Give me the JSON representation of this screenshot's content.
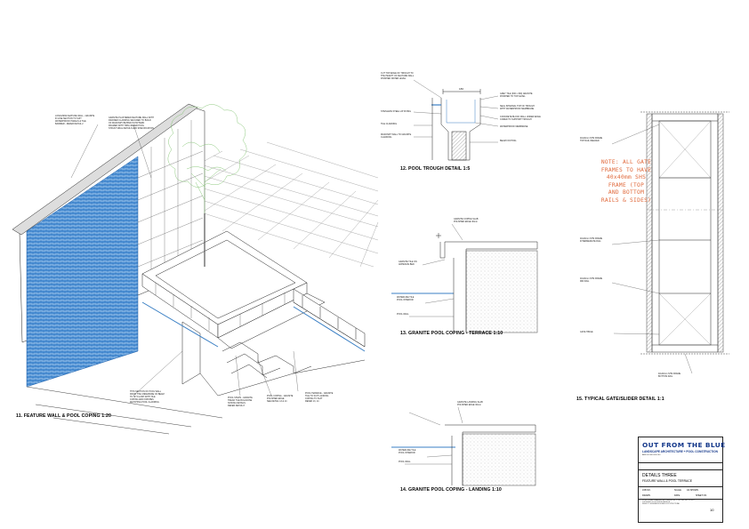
{
  "drawings": {
    "d11": {
      "title": "11. FEATURE WALL & POOL COPING 1:20"
    },
    "d12": {
      "title": "12. POOL TROUGH DETAIL 1:5"
    },
    "d13": {
      "title": "13. GRANITE POOL COPING - TERRACE 1:10"
    },
    "d14": {
      "title": "14. GRANITE POOL COPING - LANDING 1:10"
    },
    "d15": {
      "title": "15. TYPICAL GATE/SLIDER DETAIL 1:1"
    }
  },
  "gate_note": "NOTE: ALL GATE\nFRAMES TO HAVE\n40x40mm SHS\nFRAME (TOP\nAND BOTTOM\nRAILS & SIDES)",
  "dimension_label": "180",
  "annotations": {
    "d11_wall_a": "LONGVIEW FEATURE WALL - GRANITE\nIN LINE SECTION TO SUIT\nWATERPROOF PANELS & TILE\nBARRIER - REFER DETAIL 2",
    "d11_wall_b": "GRANITE PLASTERED FEATURE WALL WITH\nDRAINED CLADDING SECURED TO BUILD\nOF MASONRY BEHIND IN PATTERN\nFRAMED WITH TRIM, REFER POOL\nSTRUCTURAL DETAILS AND SPECIFICATION",
    "d11_pool_wall": "THIS SECTION OF POOL WALL\nFROM THE UNDERSIDE OF BEAM\nTO SIT FLUSH WITH TILE\nCOPING AND FINISHES\nMATCHING POOL CLADDING",
    "d11_steps": "POOL STEPS - GRANITE\nTREAD TILE BULLNOSE\nNOSING DETAILS\nREFER DETAIL 8",
    "d11_coping": "POOL COPING - GRANITE\nPOLISHED EDGE\nSEE DETAIL 13 & 14",
    "d11_bench": "POOL TERRACE - GRANITE\nTILE TO SUIT LANDING\nCOPING TO SUIT\nREFER 13, 14",
    "d12_top": "CUT TOP EDGE OF TROUGH TO\nTHE HEIGHT OF FEATURE WALL\nFINISHED WATER LEVEL",
    "d12_r1": "GREY TILE (300 x 300) GRANITE\nFINISHED TO TOP LEVEL",
    "d12_r2": "SEAL INTERNAL TOP OF TROUGH\nWITH WATERPROOF MEMBRANE",
    "d12_r3": "CONCRETE BLOCK WALL UNDER EDGE\nCORED TO SUPPORT TROUGH",
    "d12_r4": "WATERPROOF MEMBRANE",
    "d12_r5": "BEAM FOOTING",
    "d12_l1": "STAINLESS STEEL LIP FIXING",
    "d12_l2": "TILE CLADDING",
    "d12_l3": "MASONRY WALL TO GRANITE\nCLADDING",
    "d13_top": "GRANITE COPING SLAB\nPOLISHED EDGE 30mm",
    "d13_l1": "GRANITE TILE ON\nADHESIVE BED",
    "d13_l2": "WATERLINE TILE\nPOOL INTERIOR",
    "d13_l3": "POOL WALL",
    "d14_top": "GRANITE LANDING SLAB\nPOLISHED EDGE 30mm",
    "d14_l1": "WATERLINE TILE\nPOOL INTERIOR",
    "d14_l2": "POOL WALL",
    "d15_l1": "40x40mm SHS FRAME\nTOP RAIL WELDED",
    "d15_l2": "40x40mm SHS FRAME\nINTERMEDIATE RAIL",
    "d15_l3": "40x40mm SHS FRAME\nMID RAIL",
    "d15_l4": "GATE HINGE",
    "d15_l5": "40x40mm SHS FRAME\nBOTTOM RAIL"
  },
  "title_block": {
    "brand": "OUT FROM THE BLUE",
    "subtitle": "LANDSCAPE ARCHITECTURE + POOL CONSTRUCTION",
    "address": "ABN 00 000 000 000",
    "drawing_name": "DETAILS THREE",
    "drawing_subtitle": "FEATURE WALL & POOL TERRACE",
    "job_no_label": "JOB NO.",
    "scale_label": "SCALE",
    "scale_value": "AS SHOWN",
    "drawn_label": "DRAWN",
    "date_label": "DATE",
    "sheet_label": "SHEET NO.",
    "sheet_no": "10",
    "notes": "DO NOT SCALE DRAWINGS. ALL DIMENSIONS TO BE CHECKED ON SITE\nCOPYRIGHT OF OUT FROM THE BLUE\nREFER TO ENGINEERS DETAILS FOR STRUCTURAL"
  },
  "colors": {
    "water": "#3a7fc4",
    "orange_note": "#e0683a",
    "brand_blue": "#13378a",
    "tree": "#7fc26d"
  }
}
